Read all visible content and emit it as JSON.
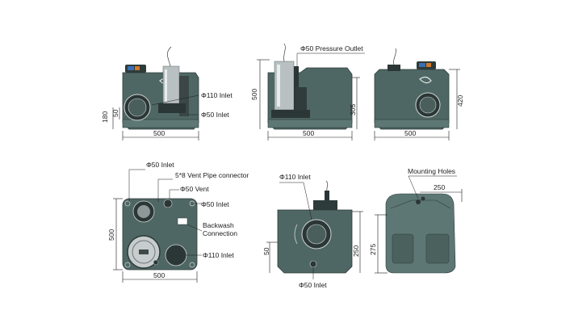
{
  "views": {
    "front": {
      "label_inlet110": "Φ110 Inlet",
      "label_inlet50": "Φ50 Inlet",
      "dim_width": "500",
      "dim_h180": "180",
      "dim_h50": "50"
    },
    "side": {
      "label_outlet": "Φ50 Pressure Outlet",
      "dim_height": "500",
      "dim_h305": "305",
      "dim_width": "500"
    },
    "rear": {
      "dim_height": "420",
      "dim_width": "500"
    },
    "top": {
      "label_inlet50": "Φ50 Inlet",
      "label_vent_conn": "5*8 Vent Pipe connector",
      "label_vent": "Φ50 Vent",
      "label_inlet50_right": "Φ50 Inlet",
      "label_backwash_1": "Backwash",
      "label_backwash_2": "Connection",
      "label_inlet110": "Φ110 Inlet",
      "dim_height": "500",
      "dim_width": "500"
    },
    "bottom_front": {
      "label_inlet110": "Φ110 Inlet",
      "label_inlet50": "Φ50 Inlet",
      "dim_h50": "50",
      "dim_h250": "250"
    },
    "bottom_side": {
      "label_mount": "Mounting Holes",
      "dim_width": "250",
      "dim_height": "275"
    }
  },
  "colors": {
    "tank": "#4f6764",
    "tank_light": "#5d7774",
    "steel": "#b9c0c2",
    "accent_blue": "#3a6fb3",
    "accent_orange": "#d07a2c"
  }
}
